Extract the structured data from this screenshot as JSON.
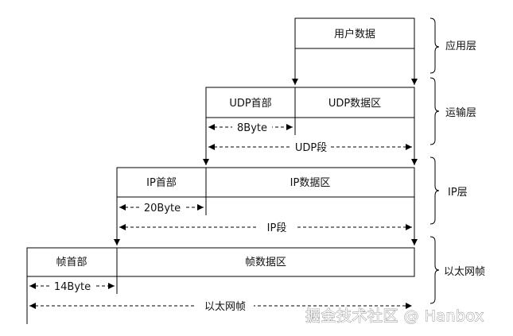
{
  "layers": [
    {
      "name": "应用层",
      "fields": [
        "用户数据"
      ]
    },
    {
      "name": "运输层",
      "fields": [
        "UDP首部",
        "UDP数据区"
      ],
      "header_size": "8Byte",
      "segment": "UDP段"
    },
    {
      "name": "IP层",
      "fields": [
        "IP首部",
        "IP数据区"
      ],
      "header_size": "20Byte",
      "segment": "IP段"
    },
    {
      "name": "以太网帧",
      "fields": [
        "帧首部",
        "帧数据区"
      ],
      "header_size": "14Byte",
      "segment": "以太网帧"
    }
  ],
  "watermark": "掘金技术社区 @ Hanbox"
}
